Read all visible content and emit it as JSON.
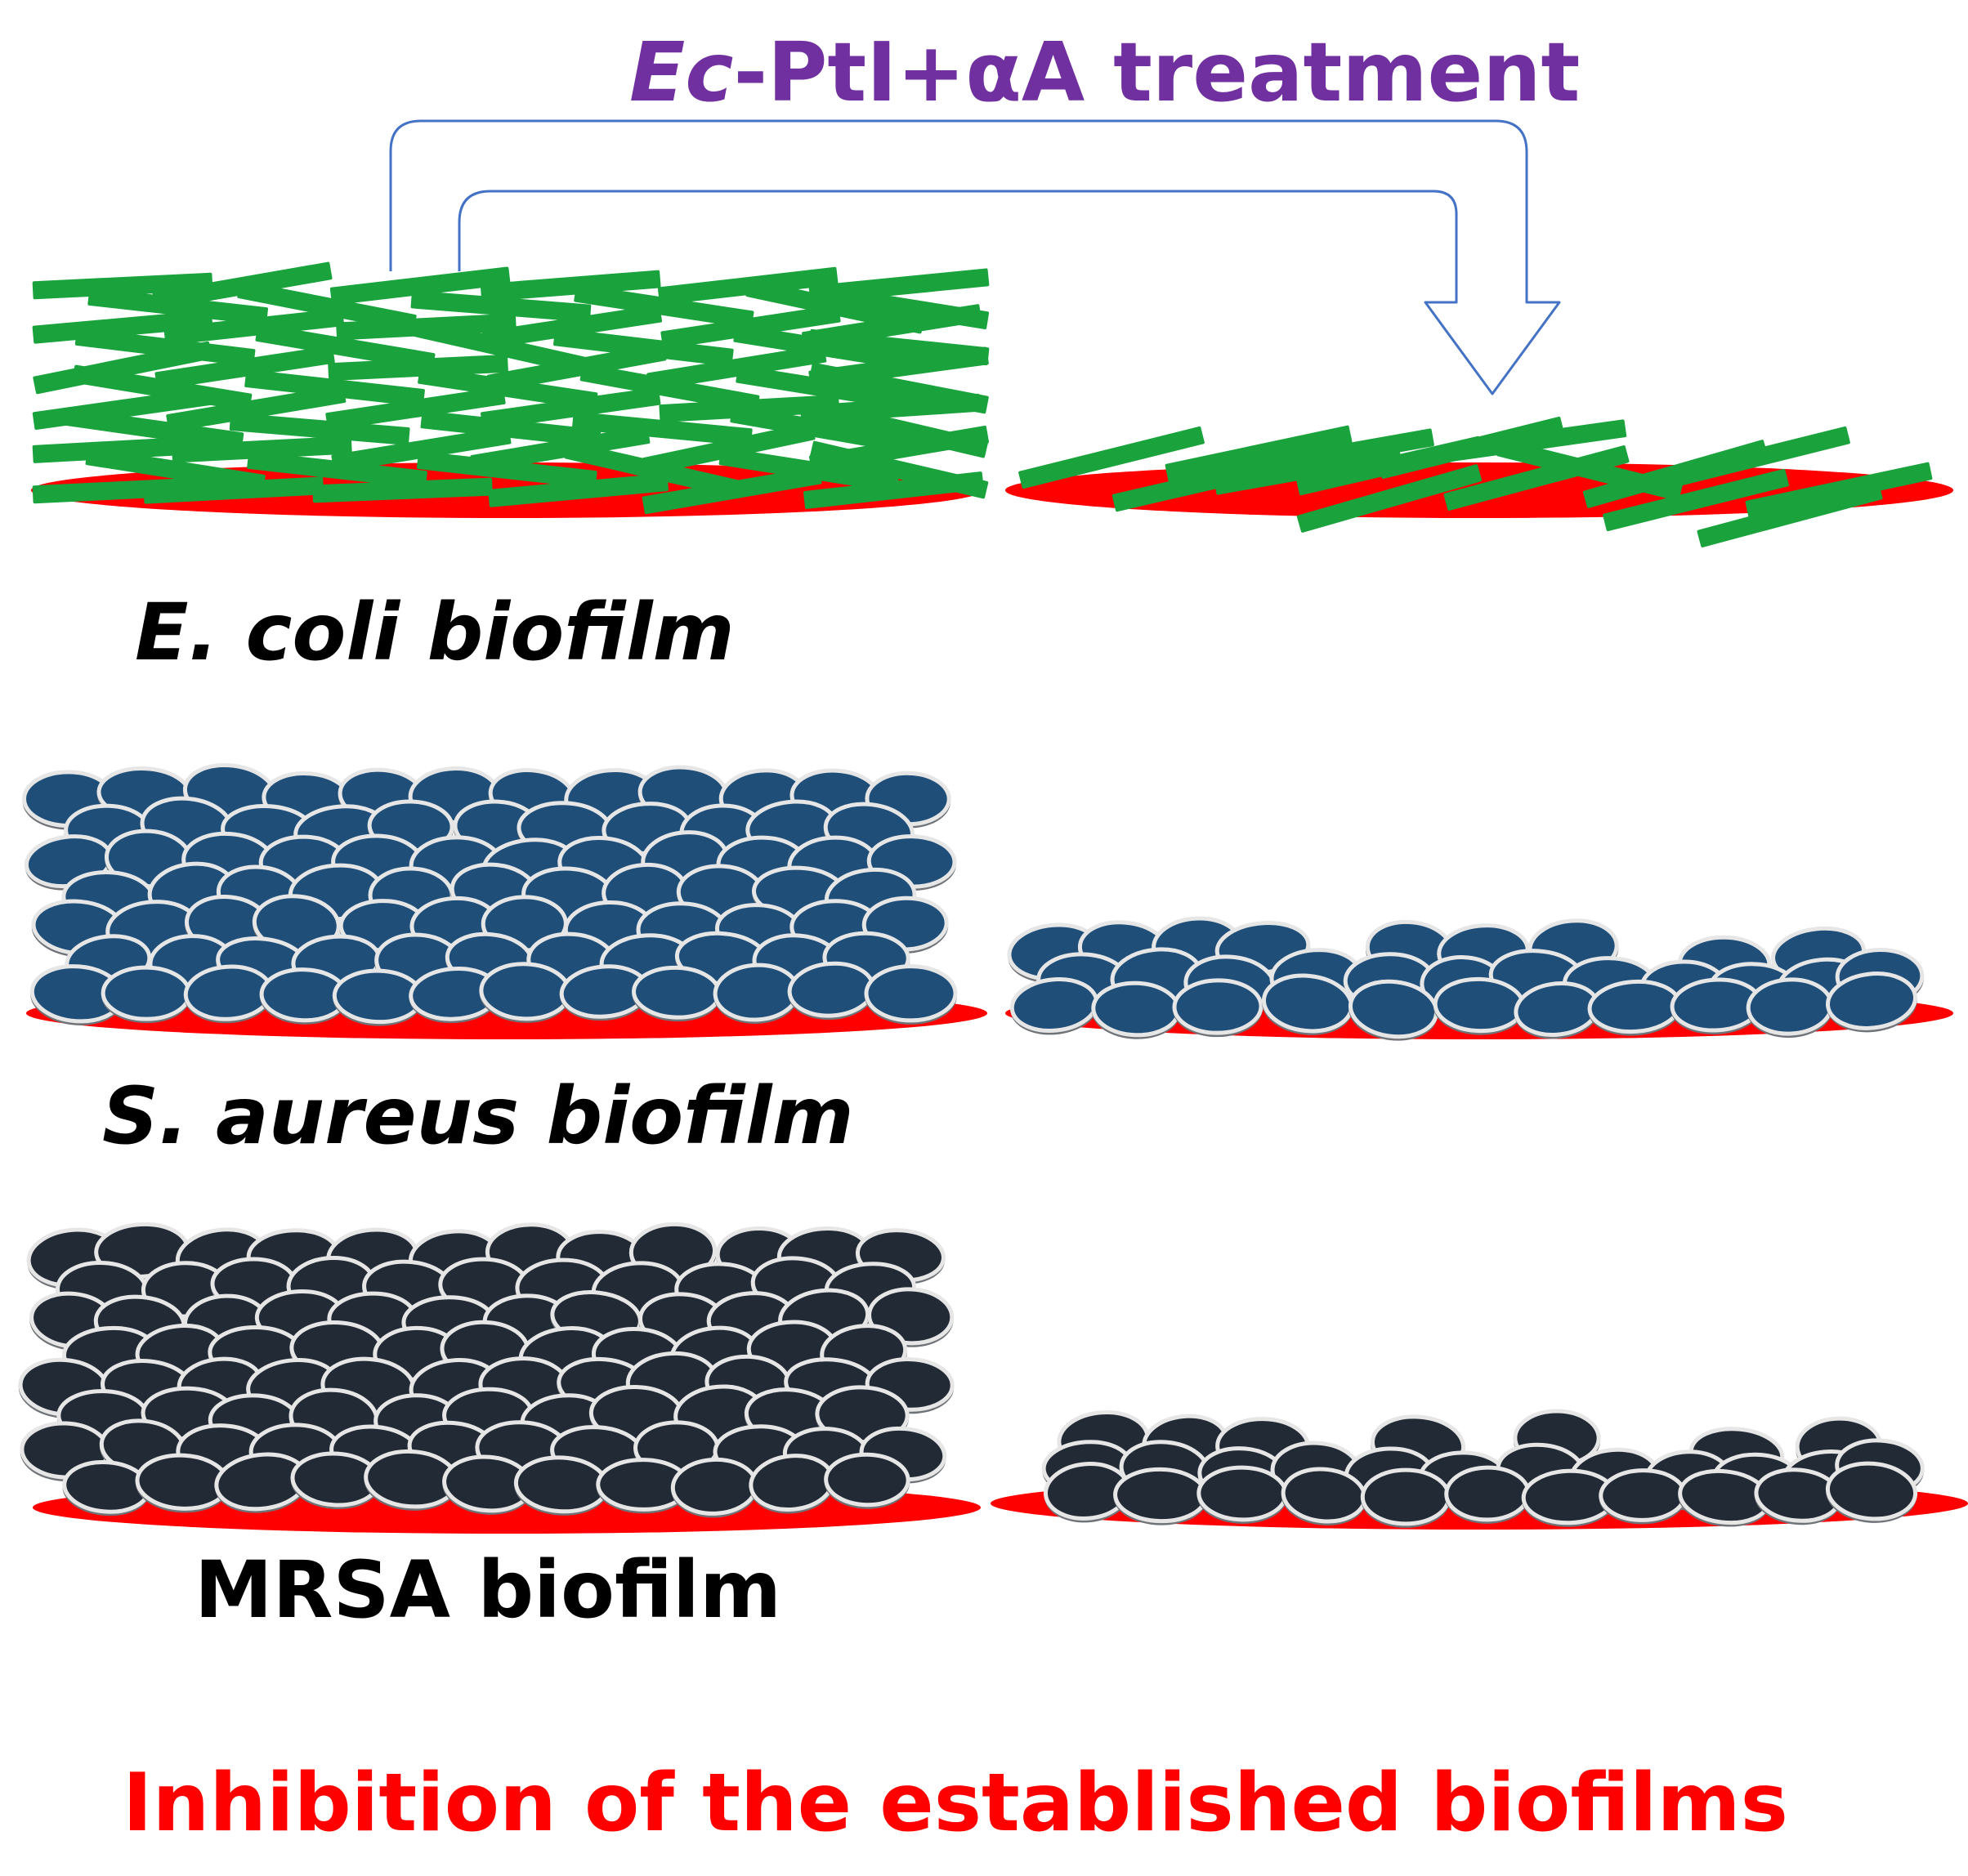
{
  "title": {
    "prefix": "Ec",
    "rest": "-PtI+αA treatment",
    "color": "#7030a0"
  },
  "panels": [
    {
      "key": "ecoli",
      "label_species": "E. coli",
      "label_suffix": " biofilm",
      "cell_shape": "rod",
      "cell_color": "#1aa33c"
    },
    {
      "key": "saureus",
      "label_species": "S. aureus",
      "label_suffix": " biofilm",
      "cell_shape": "coccus",
      "cell_color": "#1f4e79"
    },
    {
      "key": "mrsa",
      "label_species": "MRSA",
      "label_suffix": " biofilm",
      "cell_shape": "coccus",
      "cell_color": "#222a35"
    }
  ],
  "footer": {
    "text": "Inhibition of the established biofilms",
    "color": "#ff0000"
  },
  "colors": {
    "substrate": "#ff0000",
    "arrow_stroke": "#4472c4",
    "cell_outline": "#e6e6e6"
  },
  "icons": {
    "arrow": "curved-arrow-icon"
  }
}
